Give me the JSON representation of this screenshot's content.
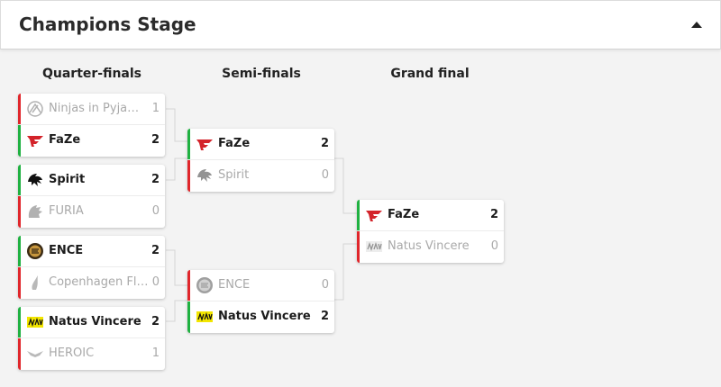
{
  "header": {
    "title": "Champions Stage"
  },
  "rounds": [
    {
      "title": "Quarter-finals"
    },
    {
      "title": "Semi-finals"
    },
    {
      "title": "Grand final"
    }
  ],
  "quarterfinals": [
    {
      "team1": {
        "name": "Ninjas in Pyjamas",
        "score": "1",
        "icon": "nip-logo-icon"
      },
      "team2": {
        "name": "FaZe",
        "score": "2",
        "icon": "faze-logo-icon"
      }
    },
    {
      "team1": {
        "name": "Spirit",
        "score": "2",
        "icon": "spirit-logo-icon"
      },
      "team2": {
        "name": "FURIA",
        "score": "0",
        "icon": "furia-logo-icon"
      }
    },
    {
      "team1": {
        "name": "ENCE",
        "score": "2",
        "icon": "ence-logo-icon"
      },
      "team2": {
        "name": "Copenhagen Flames",
        "score": "0",
        "icon": "copenhagen-flames-logo-icon"
      }
    },
    {
      "team1": {
        "name": "Natus Vincere",
        "score": "2",
        "icon": "navi-logo-icon"
      },
      "team2": {
        "name": "HEROIC",
        "score": "1",
        "icon": "heroic-logo-icon"
      }
    }
  ],
  "semifinals": [
    {
      "team1": {
        "name": "FaZe",
        "score": "2",
        "icon": "faze-logo-icon"
      },
      "team2": {
        "name": "Spirit",
        "score": "0",
        "icon": "spirit-logo-icon"
      }
    },
    {
      "team1": {
        "name": "ENCE",
        "score": "0",
        "icon": "ence-logo-icon"
      },
      "team2": {
        "name": "Natus Vincere",
        "score": "2",
        "icon": "navi-logo-icon"
      }
    }
  ],
  "final": {
    "team1": {
      "name": "FaZe",
      "score": "2",
      "icon": "faze-logo-icon"
    },
    "team2": {
      "name": "Natus Vincere",
      "score": "0",
      "icon": "navi-logo-icon"
    }
  },
  "colors": {
    "win": "#1fb141",
    "loss": "#e0262b"
  }
}
